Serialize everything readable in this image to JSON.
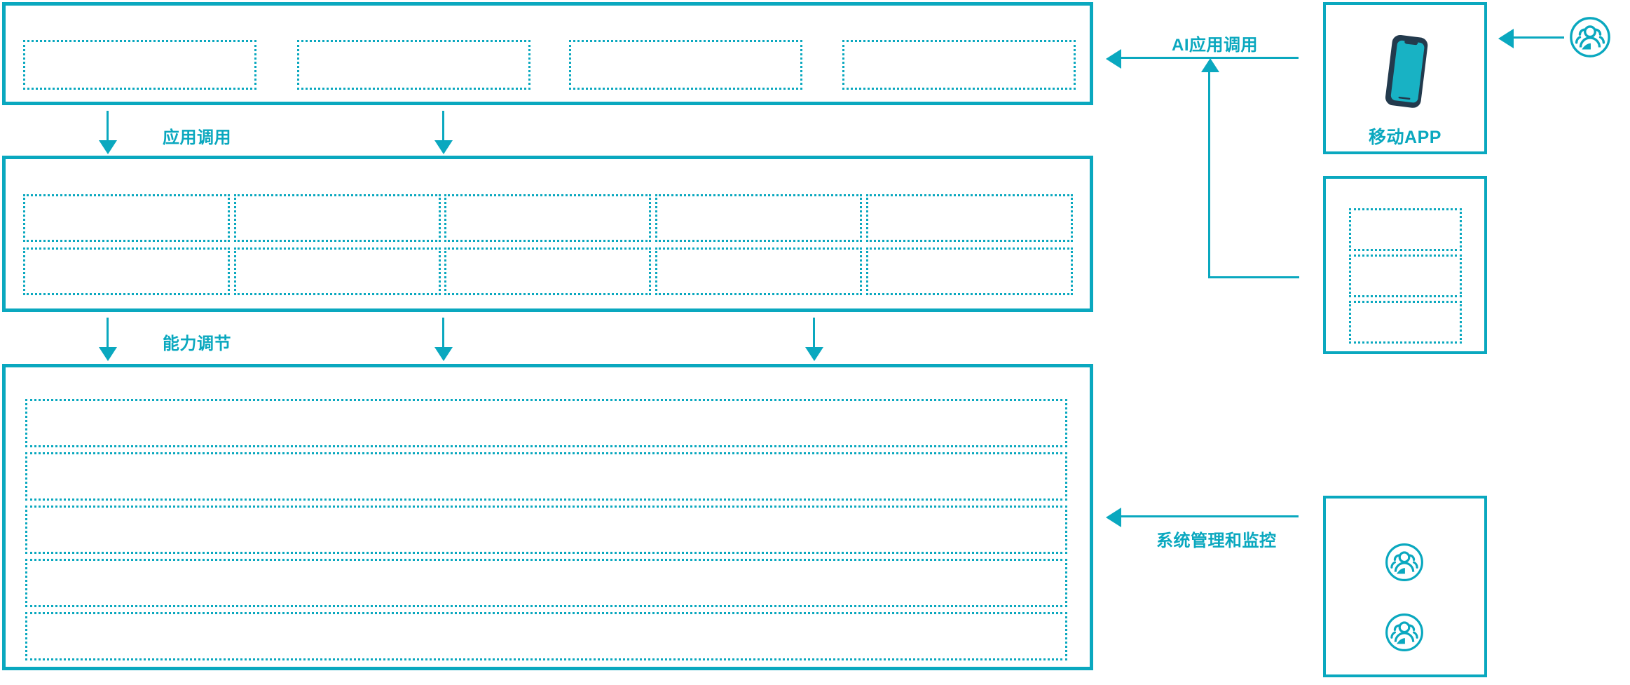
{
  "theme": {
    "accent": "#0aa8bf",
    "phone_outline": "#233a4d",
    "phone_screen": "#18b2c4",
    "background": "#ffffff"
  },
  "diagram": {
    "title": "",
    "type": "layered-architecture"
  },
  "layers": [
    {
      "id": "application-layer",
      "name": "application-layer",
      "slots": [
        {
          "label": ""
        },
        {
          "label": ""
        },
        {
          "label": ""
        },
        {
          "label": ""
        }
      ]
    },
    {
      "id": "capability-layer",
      "name": "capability-layer",
      "slots": [
        {
          "label": ""
        },
        {
          "label": ""
        },
        {
          "label": ""
        },
        {
          "label": ""
        },
        {
          "label": ""
        },
        {
          "label": ""
        },
        {
          "label": ""
        },
        {
          "label": ""
        },
        {
          "label": ""
        },
        {
          "label": ""
        }
      ]
    },
    {
      "id": "platform-layer",
      "name": "platform-layer",
      "slots": [
        {
          "label": ""
        },
        {
          "label": ""
        },
        {
          "label": ""
        },
        {
          "label": ""
        },
        {
          "label": ""
        }
      ]
    }
  ],
  "flows": [
    {
      "id": "app-invoke",
      "label": "应用调用"
    },
    {
      "id": "capability-tune",
      "label": "能力调节"
    },
    {
      "id": "ai-app-invoke",
      "label": "AI应用调用"
    },
    {
      "id": "sys-admin",
      "label": "系统管理和监控"
    }
  ],
  "side_panels": [
    {
      "id": "mobile-app-panel",
      "caption": "移动APP",
      "icon": "smartphone-icon"
    },
    {
      "id": "channel-panel",
      "caption": "",
      "slots": [
        {
          "label": ""
        },
        {
          "label": ""
        },
        {
          "label": ""
        }
      ]
    },
    {
      "id": "operations-panel",
      "caption": "",
      "icons": [
        "users-group-icon",
        "users-group-icon"
      ]
    }
  ],
  "actors": [
    {
      "id": "end-user",
      "icon": "users-group-icon",
      "label": ""
    }
  ]
}
